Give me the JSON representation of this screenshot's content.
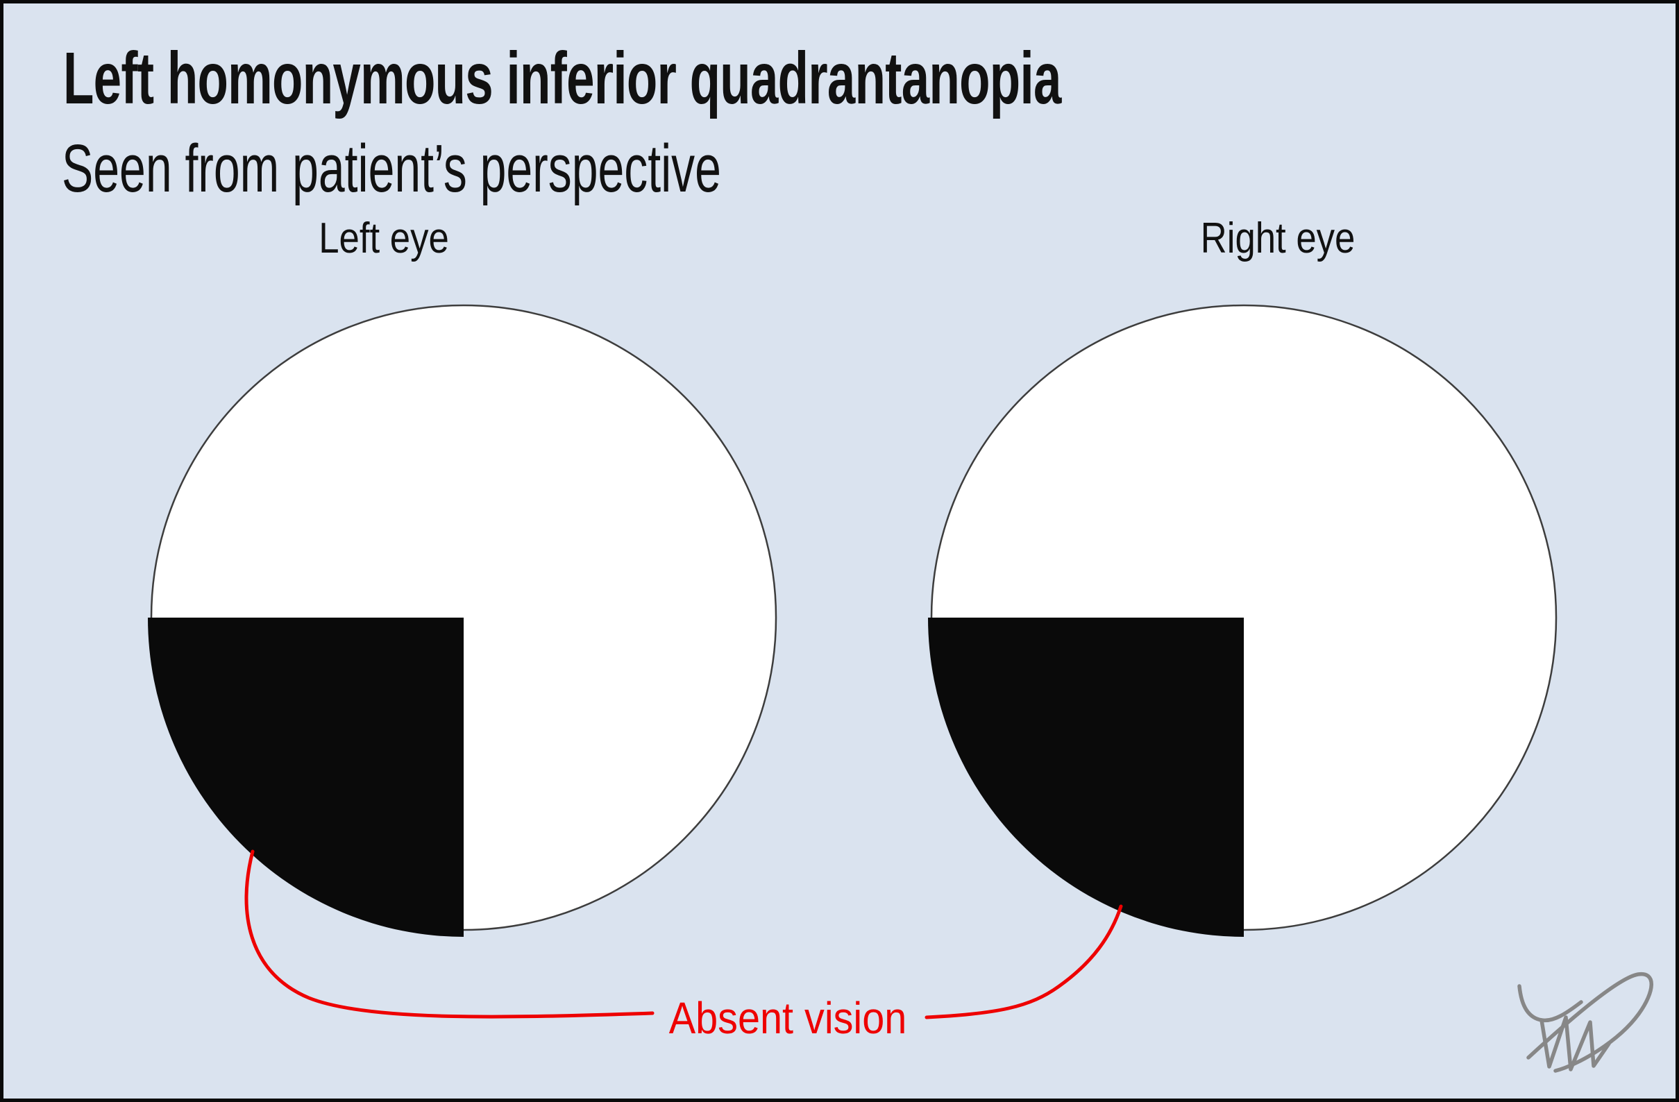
{
  "colors": {
    "background": "#dae3ef",
    "frame": "#0a0a0a",
    "ink": "#111111",
    "outline": "#3d3d3d",
    "defect": "#0a0a0a",
    "annotation": "#ee0000",
    "signature": "#878787"
  },
  "header": {
    "title": "Left homonymous inferior quadrantanopia",
    "subtitle": "Seen from patient’s perspective"
  },
  "eyes": {
    "left": {
      "label": "Left eye"
    },
    "right": {
      "label": "Right eye"
    }
  },
  "annotation": {
    "label": "Absent vision"
  }
}
